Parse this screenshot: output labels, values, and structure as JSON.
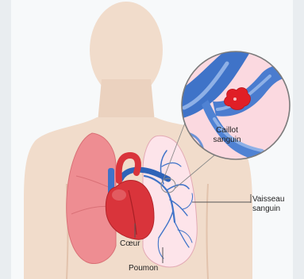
{
  "labels": {
    "clot": "Caillot\nsanguin",
    "vessel": "Vaisseau\nsanguin",
    "heart": "Cœur",
    "lung": "Poumon"
  },
  "colors": {
    "background": "#e9edf0",
    "skin": "#f1dccb",
    "skin_shadow": "#e7cbb6",
    "lung_left": "#ee8d92",
    "lung_right": "#fde4ea",
    "heart": "#d9343b",
    "vessel_blue": "#3f73c8",
    "vessel_light": "#8eb0e6",
    "clot": "#e01f26",
    "leader_line": "#555555"
  },
  "icons": [
    "human-torso-illustration",
    "lung-left-icon",
    "lung-right-icon",
    "heart-icon",
    "magnifier-circle",
    "blood-clot-icon"
  ]
}
